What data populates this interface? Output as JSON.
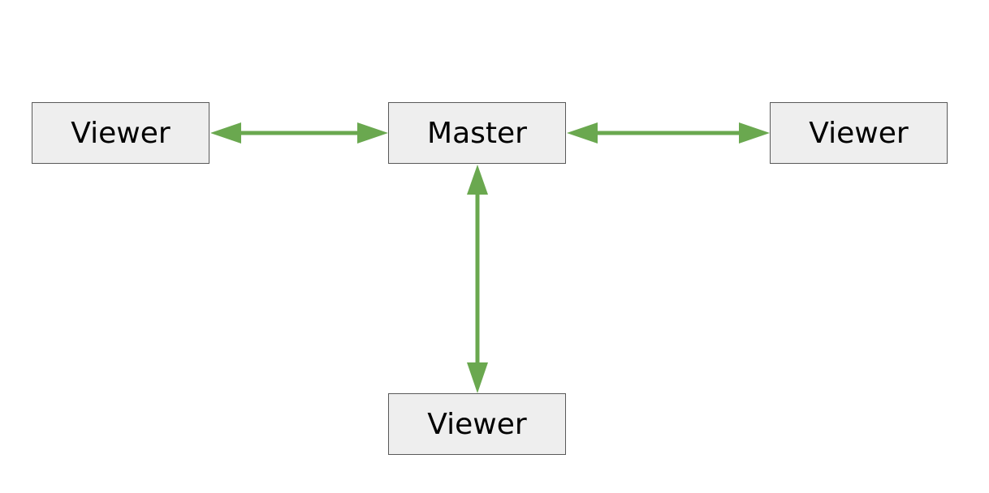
{
  "diagram": {
    "nodes": {
      "viewer_left": "Viewer",
      "master": "Master",
      "viewer_right": "Viewer",
      "viewer_bottom": "Viewer"
    },
    "edges": [
      {
        "from": "viewer_left",
        "to": "master",
        "direction": "bidirectional"
      },
      {
        "from": "master",
        "to": "viewer_right",
        "direction": "bidirectional"
      },
      {
        "from": "master",
        "to": "viewer_bottom",
        "direction": "bidirectional"
      }
    ],
    "colors": {
      "arrow": "#6aa84f",
      "node_fill": "#eeeeee",
      "node_border": "#595959"
    }
  }
}
